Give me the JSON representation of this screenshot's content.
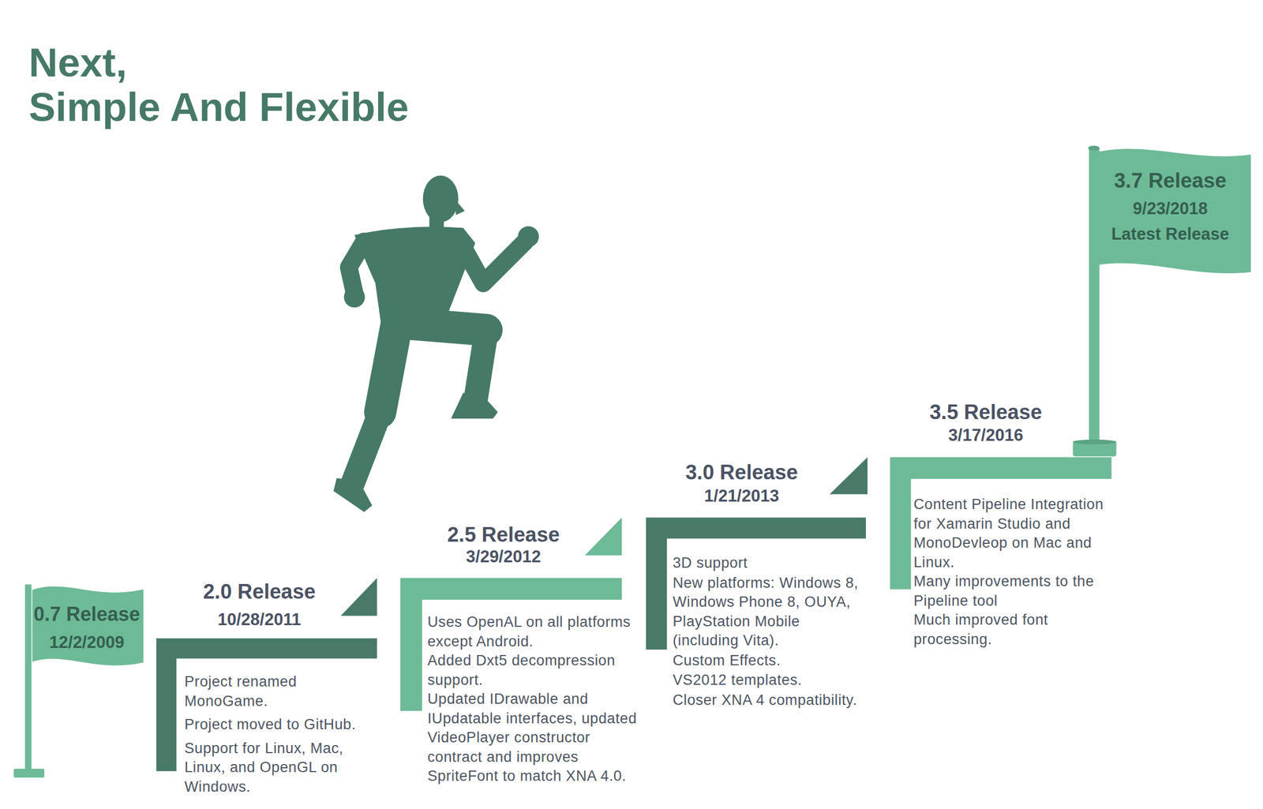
{
  "diagram": {
    "title": "Next, Simple And Flexible",
    "nodes": [
      {
        "text": [
          "0.7 Release",
          "12/2/2009"
        ]
      },
      {
        "text": [
          "2.0 Release",
          "10/28/2011",
          "Project renamed MonoGame.",
          "Project moved to GitHub.",
          "Support for Linux, Mac, Linux, and OpenGL on Windows."
        ]
      },
      {
        "text": [
          "2.5 Release",
          "3/29/2012",
          "Uses OpenAL on all platforms except Android.",
          "Added Dxt5 decompression support.",
          "Updated IDrawable and IUpdatable interfaces, updated VideoPlayer constructor contract and improves SpriteFont to match XNA 4.0."
        ]
      },
      {
        "text": [
          "3.0 Release",
          "1/21/2013",
          "3D support",
          "New platforms: Windows 8, Windows Phone 8, OUYA, PlayStation Mobile (including Vita).",
          "Custom Effects.",
          "VS2012 templates.",
          "Closer XNA 4 compatibility."
        ]
      },
      {
        "text": [
          "3.5 Release",
          "3/17/2016",
          "Content Pipeline Integration for Xamarin Studio and MonoDevleop on Mac and Linux.",
          "Many improvements to the Pipeline tool",
          "Much improved font processing."
        ]
      },
      {
        "text": [
          "3.7 Release",
          "9/23/2018",
          "Latest Release"
        ]
      }
    ]
  }
}
